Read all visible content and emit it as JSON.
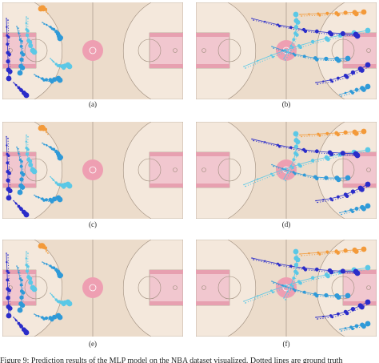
{
  "figure": {
    "panels": [
      {
        "id": "a",
        "label": "(a)"
      },
      {
        "id": "b",
        "label": "(b)"
      },
      {
        "id": "c",
        "label": "(c)"
      },
      {
        "id": "d",
        "label": "(d)"
      },
      {
        "id": "e",
        "label": "(e)"
      },
      {
        "id": "f",
        "label": "(f)"
      }
    ],
    "caption_text": "Figure 9: Prediction results of the MLP model on the NBA dataset visualized. Dotted lines are ground truth"
  },
  "colors": {
    "court_wood": "#ecdccb",
    "court_light": "#f4e8dc",
    "paint": "#f1c7cf",
    "paint_dark": "#e7a0b0",
    "center_circle": "#ee9fb2",
    "line": "#9e8d7d",
    "dark_blue": "#2a2cc9",
    "mid_blue": "#2f9ad8",
    "light_blue": "#5bc8e6",
    "orange": "#f39a3a"
  }
}
